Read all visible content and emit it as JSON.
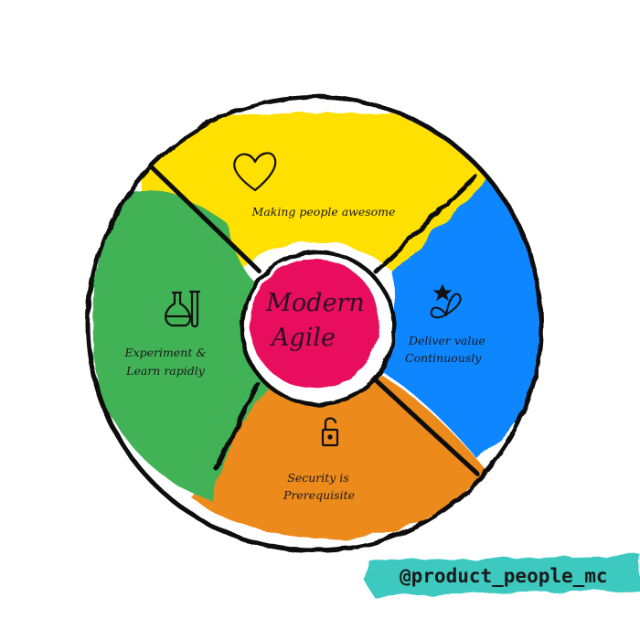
{
  "diagram": {
    "center": {
      "line1": "Modern",
      "line2": "Agile",
      "color": "#e8115d"
    },
    "segments": [
      {
        "id": "awesome",
        "lines": [
          "Making people awesome"
        ],
        "icon": "heart-icon",
        "color": "#ffe000"
      },
      {
        "id": "value",
        "lines": [
          "Deliver value",
          "Continuously"
        ],
        "icon": "infinity-icon",
        "color": "#0b86ff"
      },
      {
        "id": "security",
        "lines": [
          "Security is",
          "Prerequisite"
        ],
        "icon": "padlock-icon",
        "color": "#ec8a1d"
      },
      {
        "id": "experiment",
        "lines": [
          "Experiment &",
          "Learn rapidly"
        ],
        "icon": "flask-icon",
        "color": "#42b256"
      }
    ]
  },
  "watermark": {
    "text": "@product_people_mc",
    "color": "#3ec9c0"
  }
}
